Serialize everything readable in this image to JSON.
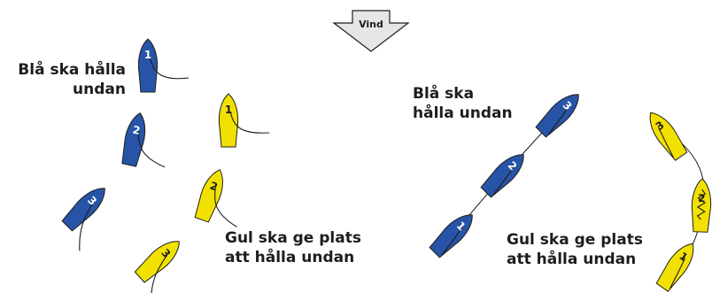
{
  "wind": {
    "label": "Vind"
  },
  "colors": {
    "blue": "#2754a6",
    "yellow": "#f2e100",
    "outline": "#1d1d1b",
    "sail": "#ffffff",
    "arrow_fill": "#e6e6e6"
  },
  "left_scenario": {
    "blue_caption": [
      "Blå ska hålla",
      "undan"
    ],
    "yellow_caption": [
      "Gul ska ge plats",
      "att hålla undan"
    ],
    "boats": [
      {
        "team": "blue",
        "label": "1"
      },
      {
        "team": "blue",
        "label": "2"
      },
      {
        "team": "blue",
        "label": "3"
      },
      {
        "team": "yellow",
        "label": "1"
      },
      {
        "team": "yellow",
        "label": "2"
      },
      {
        "team": "yellow",
        "label": "3"
      }
    ]
  },
  "right_scenario": {
    "blue_caption": [
      "Blå ska",
      "hålla undan"
    ],
    "yellow_caption": [
      "Gul ska ge plats",
      "att hålla undan"
    ],
    "boats": [
      {
        "team": "blue",
        "label": "3"
      },
      {
        "team": "blue",
        "label": "2"
      },
      {
        "team": "blue",
        "label": "1"
      },
      {
        "team": "yellow",
        "label": "3"
      },
      {
        "team": "yellow",
        "label": "2"
      },
      {
        "team": "yellow",
        "label": "1"
      }
    ]
  }
}
